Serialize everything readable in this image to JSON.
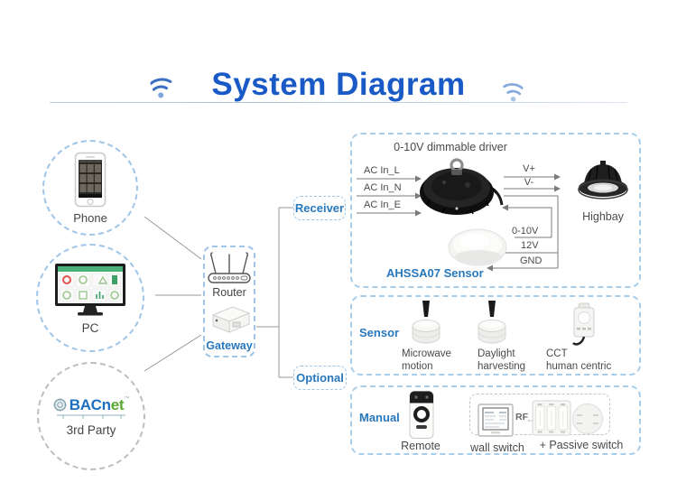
{
  "title": "System Diagram",
  "left_nodes": {
    "phone": {
      "label": "Phone"
    },
    "pc": {
      "label": "PC"
    },
    "third_party": {
      "label": "3rd Party",
      "logo_blue": "BACn",
      "logo_green": "et",
      "logo_tm": "™"
    }
  },
  "hub": {
    "router": "Router",
    "gateway": "Gateway"
  },
  "branch": {
    "receiver": "Receiver",
    "optional": "Optional"
  },
  "driver_box": {
    "title": "0-10V dimmable driver",
    "ac_in": [
      "AC In_L",
      "AC In_N",
      "AC In_E"
    ],
    "v_plus": "V+",
    "v_minus": "V-",
    "wire_0_10v": "0-10V",
    "wire_12v": "12V",
    "wire_gnd": "GND",
    "sensor": "AHSSA07 Sensor",
    "highbay": "Highbay"
  },
  "sensor_box": {
    "label": "Sensor",
    "items": [
      {
        "line1": "Microwave",
        "line2": "motion"
      },
      {
        "line1": "Daylight",
        "line2": "harvesting"
      },
      {
        "line1": "CCT",
        "line2": "human centric"
      }
    ]
  },
  "manual_box": {
    "label": "Manual",
    "remote": "Remote",
    "rf": "RF",
    "wall_switch": "wall switch",
    "passive_switch": "+ Passive switch"
  },
  "colors": {
    "title_blue": "#1a5ac6",
    "label_blue": "#2878be",
    "dashed_blue": "#9fc5e8",
    "dashed_gray": "#bdbdbd",
    "line_gray": "#999999",
    "text_dark": "#4a4a4a"
  }
}
